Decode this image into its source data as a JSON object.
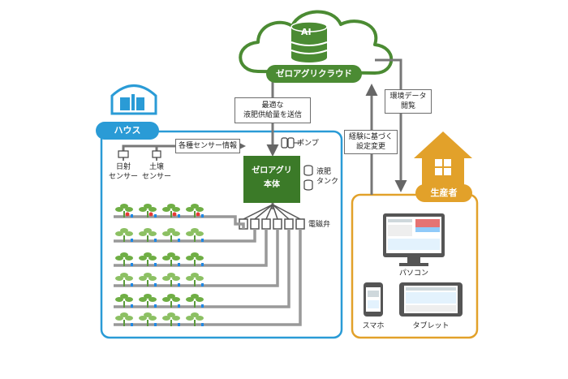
{
  "cloud": {
    "badge": "AI",
    "label": "ゼロアグリクラウド"
  },
  "house": {
    "label": "ハウス"
  },
  "producer": {
    "label": "生産者"
  },
  "main_unit": {
    "line1": "ゼロアグリ",
    "line2": "本体"
  },
  "sensors": {
    "solar": {
      "line1": "日射",
      "line2": "センサー"
    },
    "soil": {
      "line1": "土壌",
      "line2": "センサー"
    }
  },
  "flows": {
    "optimal_supply": {
      "line1": "最適な",
      "line2": "液肥供給量を送信"
    },
    "sensor_info": "各種センサー情報",
    "env_data": {
      "line1": "環境データ",
      "line2": "閲覧"
    },
    "experience": {
      "line1": "経験に基づく",
      "line2": "設定変更"
    }
  },
  "components": {
    "pump": "ポンプ",
    "tank": {
      "line1": "液肥",
      "line2": "タンク"
    },
    "valve": "電磁弁"
  },
  "devices": {
    "pc": "パソコン",
    "phone": "スマホ",
    "tablet": "タブレット"
  },
  "colors": {
    "green": "#3b7a28",
    "cloud_green": "#4b8b33",
    "blue": "#2a9bd6",
    "orange": "#e2a12a",
    "arrow_gray": "#777777"
  }
}
